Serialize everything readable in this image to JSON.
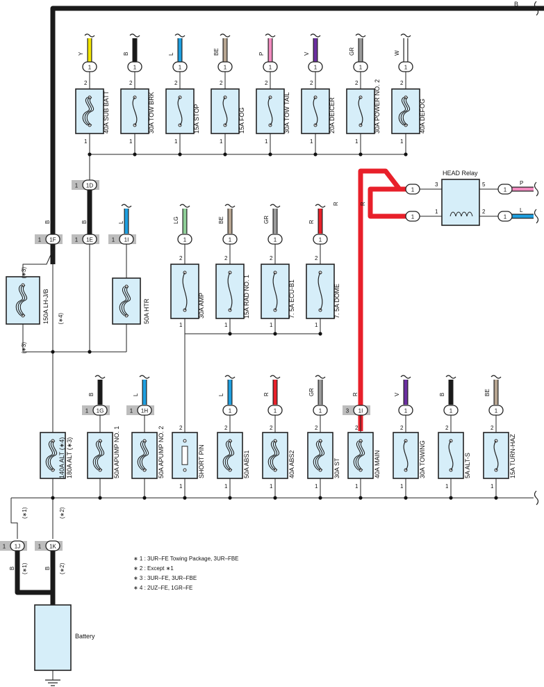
{
  "top_bus": {
    "color_code": "B"
  },
  "fuses_row1": [
    {
      "name": "40A SUB BATT",
      "color": "Y",
      "hex": "#f2e600",
      "pin_top": "2",
      "pin_bottom": "1",
      "conn": "1",
      "style": "sub"
    },
    {
      "name": "30A TOW BRK",
      "color": "B",
      "hex": "#1a1a1a",
      "pin_top": "2",
      "pin_bottom": "1",
      "conn": "1",
      "style": "fuse"
    },
    {
      "name": "15A STOP",
      "color": "L",
      "hex": "#1e9fe0",
      "pin_top": "2",
      "pin_bottom": "1",
      "conn": "1",
      "style": "fuse"
    },
    {
      "name": "15A FOG",
      "color": "BE",
      "hex": "#b7a591",
      "pin_top": "2",
      "pin_bottom": "1",
      "conn": "1",
      "style": "fuse"
    },
    {
      "name": "30A TOW TAIL",
      "color": "P",
      "hex": "#f28cc0",
      "pin_top": "2",
      "pin_bottom": "1",
      "conn": "1",
      "style": "fuse"
    },
    {
      "name": "20A DEICER",
      "color": "V",
      "hex": "#6b2fa0",
      "pin_top": "2",
      "pin_bottom": "1",
      "conn": "1",
      "style": "fuse"
    },
    {
      "name": "30A POWER NO. 2",
      "color": "GR",
      "hex": "#9a9a9a",
      "pin_top": "2",
      "pin_bottom": "1",
      "conn": "1",
      "style": "fuse"
    },
    {
      "name": "40A DEFOG",
      "color": "W",
      "hex": "#ffffff",
      "pin_top": "2",
      "pin_bottom": "1",
      "conn": "1",
      "style": "sub"
    }
  ],
  "connectors": {
    "c1D": {
      "pin": "1",
      "id": "1D"
    },
    "c1E": {
      "pin": "1",
      "id": "1E",
      "color": "B"
    },
    "c1F": {
      "pin": "1",
      "id": "1F",
      "color": "B"
    },
    "c1I_top": {
      "pin": "1",
      "id": "1I",
      "color": "L"
    },
    "c1G": {
      "pin": "1",
      "id": "1G",
      "color": "B"
    },
    "c1H": {
      "pin": "1",
      "id": "1H",
      "color": "L"
    },
    "c1I_bottom": {
      "pin": "3",
      "id": "1I",
      "color": "R"
    },
    "c1J": {
      "pin": "1",
      "id": "1J",
      "color": "B"
    },
    "c1K": {
      "pin": "1",
      "id": "1K",
      "color": "B"
    }
  },
  "lhjb": {
    "name": "150A LH-J/B",
    "note_top": "(∗3)",
    "note_bottom": "(∗3)",
    "note_side": "(∗4)"
  },
  "htr": {
    "name": "50A HTR"
  },
  "fuses_row2": [
    {
      "name": "30A AMP",
      "color": "LG",
      "hex": "#8fcf98",
      "pin_top": "2",
      "pin_bottom": "1",
      "conn": "1"
    },
    {
      "name": "15A RAD NO. 1",
      "color": "BE",
      "hex": "#b7a591",
      "pin_top": "2",
      "pin_bottom": "1",
      "conn": "1"
    },
    {
      "name": "7. 5A ECU-B1",
      "color": "GR",
      "hex": "#9a9a9a",
      "pin_top": "2",
      "pin_bottom": "1",
      "conn": "1"
    },
    {
      "name": "7. 5A DOME",
      "color": "R",
      "hex": "#e8202a",
      "pin_top": "2",
      "pin_bottom": "1",
      "conn": "1"
    }
  ],
  "relay": {
    "name": "HEAD Relay",
    "pins": {
      "p3": "3",
      "p5": "5",
      "p1": "1",
      "p2": "2"
    },
    "out_top": {
      "color": "P",
      "hex": "#f28cc0",
      "conn": "1"
    },
    "out_bottom": {
      "color": "L",
      "hex": "#1e9fe0",
      "conn": "1"
    },
    "in_conn_top": "1",
    "in_conn_bottom": "1",
    "feed_color": "R",
    "feed_color2": "R"
  },
  "fuses_row3": [
    {
      "name": "180A ALT (∗3)",
      "name2": "140A ALT (∗4)",
      "style": "sub"
    },
    {
      "name": "50A APUMP NO. 1",
      "style": "sub"
    },
    {
      "name": "50A APUMP NO. 2",
      "style": "sub"
    },
    {
      "name": "SHORT PIN",
      "style": "short",
      "pin_top": "2",
      "pin_bottom": "1"
    },
    {
      "name": "50A ABS1",
      "color": "L",
      "hex": "#1e9fe0",
      "conn": "1",
      "pin_top": "2",
      "pin_bottom": "1",
      "style": "sub"
    },
    {
      "name": "40A ABS2",
      "color": "R",
      "hex": "#e8202a",
      "conn": "1",
      "pin_top": "2",
      "pin_bottom": "1",
      "style": "sub"
    },
    {
      "name": "30A ST",
      "color": "GR",
      "hex": "#9a9a9a",
      "conn": "1",
      "pin_top": "2",
      "pin_bottom": "1",
      "style": "sub"
    },
    {
      "name": "40A MAIN",
      "pin_top": "2",
      "pin_bottom": "1",
      "style": "sub"
    },
    {
      "name": "30A TOWING",
      "color": "V",
      "hex": "#6b2fa0",
      "conn": "1",
      "pin_top": "2",
      "pin_bottom": "1",
      "style": "fuse"
    },
    {
      "name": "5A ALT-S",
      "color": "B",
      "hex": "#1a1a1a",
      "conn": "1",
      "pin_top": "2",
      "pin_bottom": "1",
      "style": "fuse"
    },
    {
      "name": "15A TURN-HAZ",
      "color": "BE",
      "hex": "#b7a591",
      "conn": "1",
      "pin_top": "2",
      "pin_bottom": "1",
      "style": "fuse"
    }
  ],
  "main_feed": {
    "color": "R",
    "hex": "#e8202a"
  },
  "battery": {
    "label": "Battery",
    "note_left": "(∗1)",
    "note_right": "(∗2)",
    "note_left_lower": "(∗1)",
    "note_right_lower": "(∗2)"
  },
  "notes": [
    "∗ 1 : 3UR–FE Towing Package,  3UR–FBE",
    "∗ 2 : Except ∗1",
    "∗ 3 : 3UR–FE,  3UR–FBE",
    "∗ 4 : 2UZ–FE,  1GR–FE"
  ]
}
